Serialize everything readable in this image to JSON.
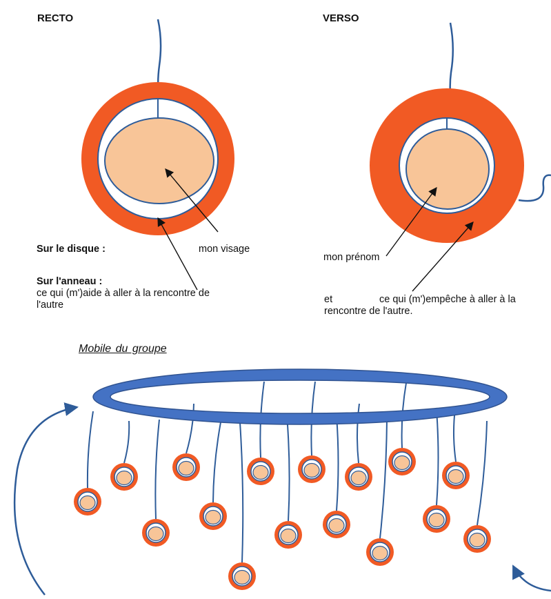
{
  "colors": {
    "ring": "#f15a24",
    "face": "#f8c598",
    "string": "#2e5c99",
    "hoop_fill": "#4472c4",
    "hoop_stroke": "#2f528f",
    "text": "#111111"
  },
  "recto": {
    "heading": "RECTO",
    "disc_label": "Sur le disque :",
    "disc_value": "mon visage",
    "ring_label": "Sur l'anneau :",
    "ring_text_line1": "ce qui (m')aide à aller à la rencontre de",
    "ring_text_line2": "l'autre"
  },
  "verso": {
    "heading": "VERSO",
    "disc_value": "mon prénom",
    "ring_prefix": "et",
    "ring_text_line1": "ce qui (m')empêche à aller à la",
    "ring_text_line2": "rencontre de l'autre."
  },
  "mobile": {
    "title": "Mobile  du groupe"
  }
}
